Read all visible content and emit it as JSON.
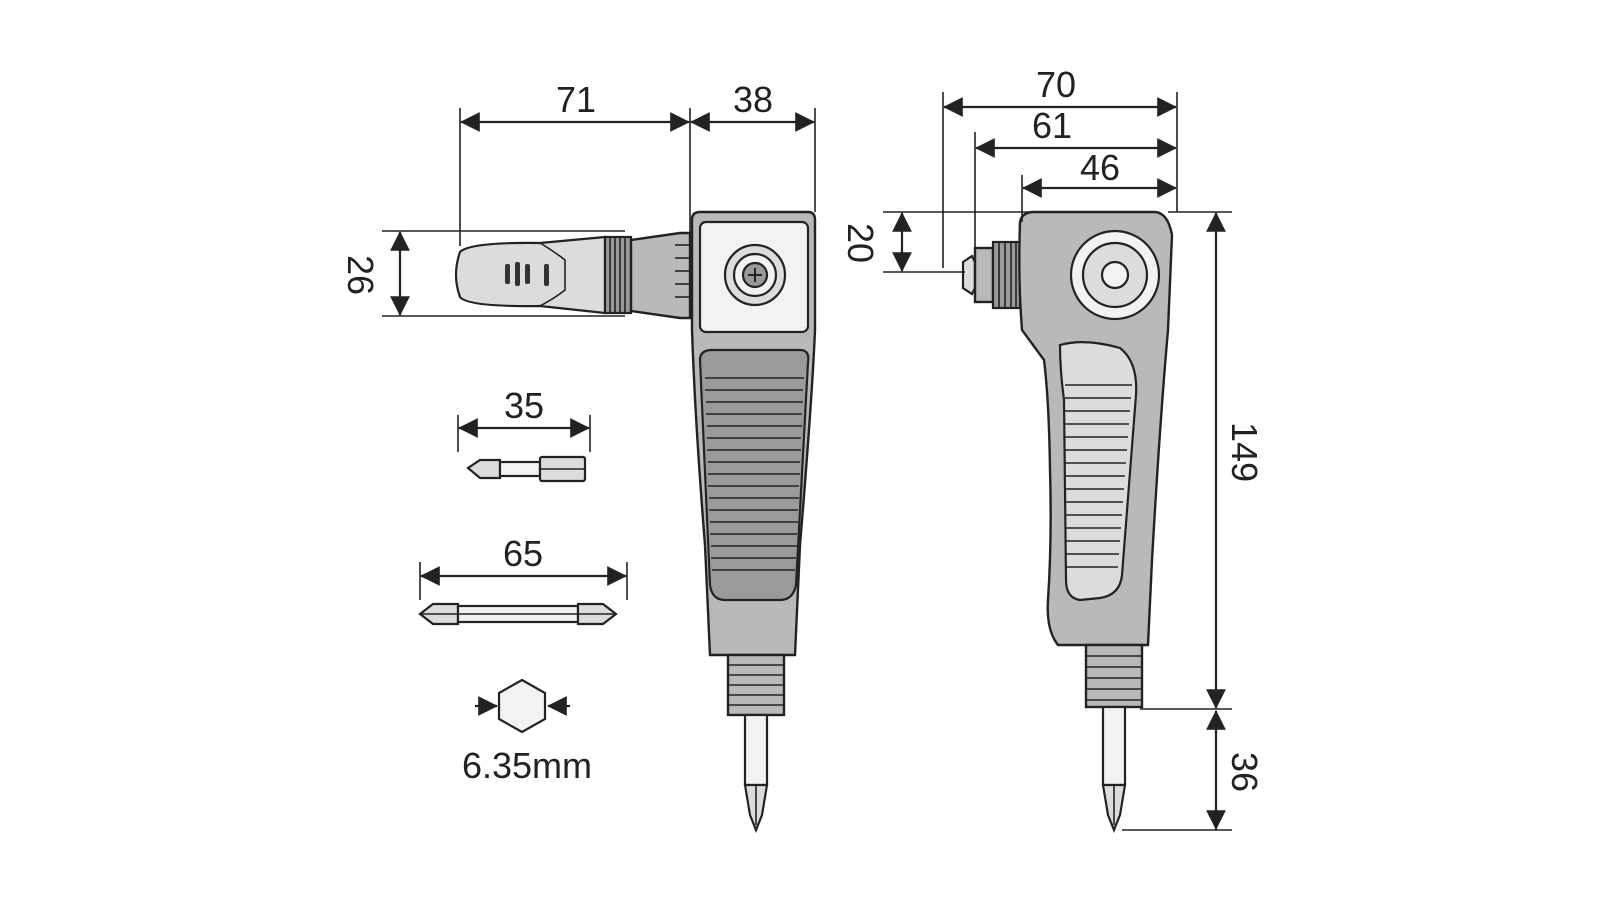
{
  "dimensions": {
    "front_bit_length": "71",
    "front_head_width": "38",
    "front_height": "26",
    "side_total": "70",
    "side_mid": "61",
    "side_inner": "46",
    "side_bit_height": "20",
    "side_body_height": "149",
    "side_bit_extend": "36",
    "bit_short": "35",
    "bit_long": "65",
    "hex_size": "6.35mm"
  }
}
